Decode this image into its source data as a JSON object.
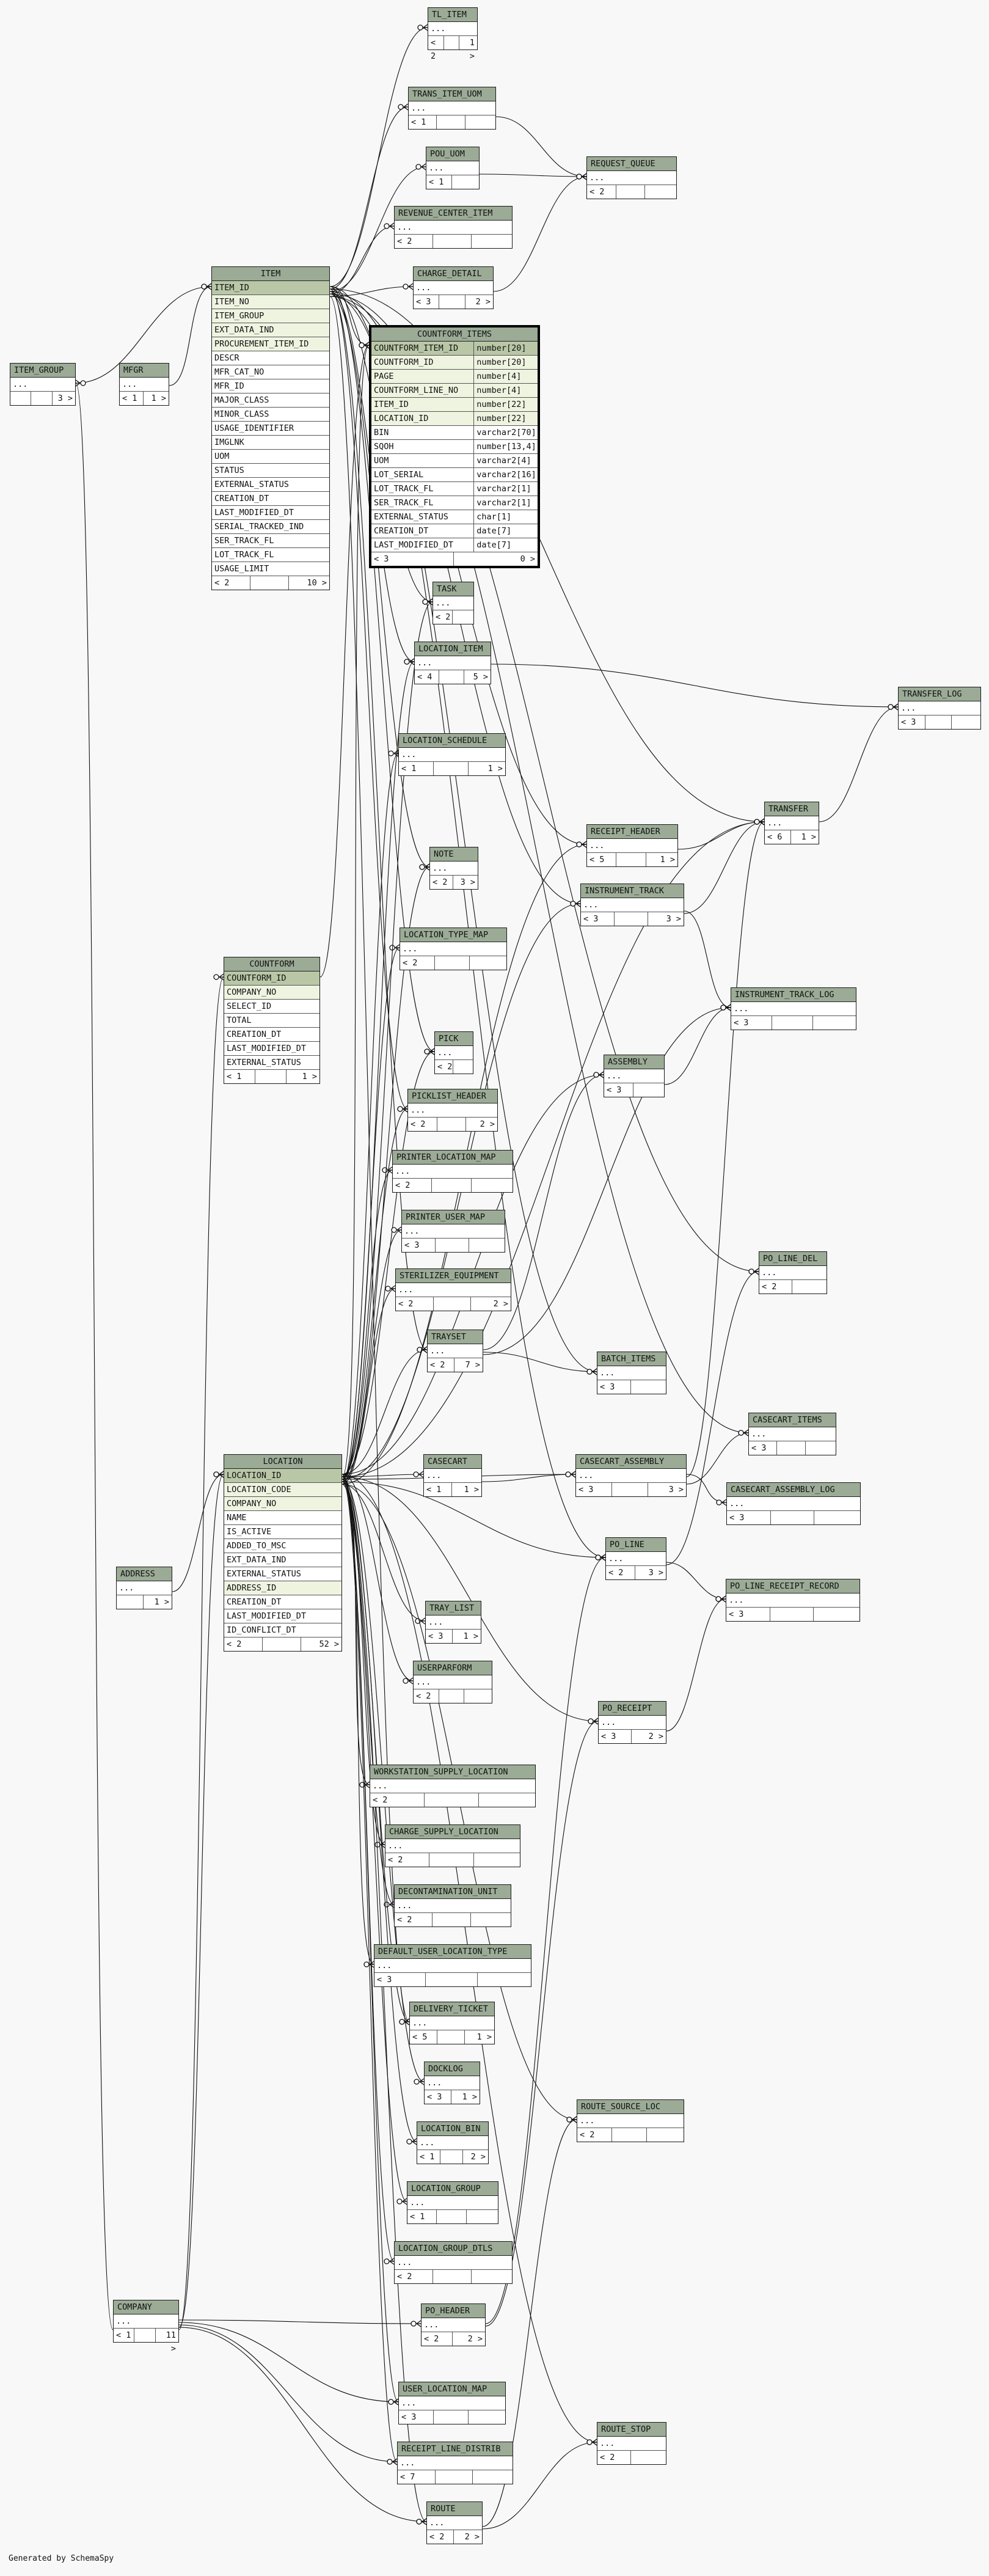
{
  "credit": "Generated by SchemaSpy",
  "tables": {
    "tl_item": {
      "name": "TL_ITEM",
      "rows": [
        "..."
      ],
      "footer": [
        "< 2",
        "",
        "1 >"
      ]
    },
    "trans_item_uom": {
      "name": "TRANS_ITEM_UOM",
      "rows": [
        "..."
      ],
      "footer": [
        "< 1",
        "",
        ""
      ]
    },
    "pou_uom": {
      "name": "POU_UOM",
      "rows": [
        "..."
      ],
      "footer": [
        "< 1",
        ""
      ]
    },
    "request_queue": {
      "name": "REQUEST_QUEUE",
      "rows": [
        "..."
      ],
      "footer": [
        "< 2",
        "",
        ""
      ]
    },
    "revenue_center_item": {
      "name": "REVENUE_CENTER_ITEM",
      "rows": [
        "..."
      ],
      "footer": [
        "< 2",
        "",
        ""
      ]
    },
    "charge_detail": {
      "name": "CHARGE_DETAIL",
      "rows": [
        "..."
      ],
      "footer": [
        "< 3",
        "",
        "2 >"
      ]
    },
    "item": {
      "name": "ITEM",
      "rows": [
        "ITEM_ID",
        "ITEM_NO",
        "ITEM_GROUP",
        "EXT_DATA_IND",
        "PROCUREMENT_ITEM_ID",
        "DESCR",
        "MFR_CAT_NO",
        "MFR_ID",
        "MAJOR_CLASS",
        "MINOR_CLASS",
        "USAGE_IDENTIFIER",
        "IMGLNK",
        "UOM",
        "STATUS",
        "EXTERNAL_STATUS",
        "CREATION_DT",
        "LAST_MODIFIED_DT",
        "SERIAL_TRACKED_IND",
        "SER_TRACK_FL",
        "LOT_TRACK_FL",
        "USAGE_LIMIT"
      ],
      "footer": [
        "< 2",
        "",
        "10 >"
      ]
    },
    "item_group": {
      "name": "ITEM_GROUP",
      "rows": [
        "..."
      ],
      "footer": [
        "",
        "",
        "3 >"
      ]
    },
    "mfgr": {
      "name": "MFGR",
      "rows": [
        "..."
      ],
      "footer": [
        "< 1",
        "1 >"
      ]
    },
    "countform_items": {
      "name": "COUNTFORM_ITEMS",
      "rows": [
        [
          "COUNTFORM_ITEM_ID",
          "number[20]"
        ],
        [
          "COUNTFORM_ID",
          "number[20]"
        ],
        [
          "PAGE",
          "number[4]"
        ],
        [
          "COUNTFORM_LINE_NO",
          "number[4]"
        ],
        [
          "ITEM_ID",
          "number[22]"
        ],
        [
          "LOCATION_ID",
          "number[22]"
        ],
        [
          "BIN",
          "varchar2[70]"
        ],
        [
          "SQOH",
          "number[13,4]"
        ],
        [
          "UOM",
          "varchar2[4]"
        ],
        [
          "LOT_SERIAL",
          "varchar2[16]"
        ],
        [
          "LOT_TRACK_FL",
          "varchar2[1]"
        ],
        [
          "SER_TRACK_FL",
          "varchar2[1]"
        ],
        [
          "EXTERNAL_STATUS",
          "char[1]"
        ],
        [
          "CREATION_DT",
          "date[7]"
        ],
        [
          "LAST_MODIFIED_DT",
          "date[7]"
        ]
      ],
      "footer": [
        "< 3",
        "0 >"
      ]
    },
    "task": {
      "name": "TASK",
      "rows": [
        "..."
      ],
      "footer": [
        "< 2",
        ""
      ]
    },
    "location_item": {
      "name": "LOCATION_ITEM",
      "rows": [
        "..."
      ],
      "footer": [
        "< 4",
        "",
        "5 >"
      ]
    },
    "transfer_log": {
      "name": "TRANSFER_LOG",
      "rows": [
        "..."
      ],
      "footer": [
        "< 3",
        "",
        ""
      ]
    },
    "location_schedule": {
      "name": "LOCATION_SCHEDULE",
      "rows": [
        "..."
      ],
      "footer": [
        "< 1",
        "",
        "1 >"
      ]
    },
    "transfer": {
      "name": "TRANSFER",
      "rows": [
        "..."
      ],
      "footer": [
        "< 6",
        "1 >"
      ]
    },
    "receipt_header": {
      "name": "RECEIPT_HEADER",
      "rows": [
        "..."
      ],
      "footer": [
        "< 5",
        "",
        "1 >"
      ]
    },
    "note": {
      "name": "NOTE",
      "rows": [
        "..."
      ],
      "footer": [
        "< 2",
        "3 >"
      ]
    },
    "instrument_track": {
      "name": "INSTRUMENT_TRACK",
      "rows": [
        "..."
      ],
      "footer": [
        "< 3",
        "",
        "3 >"
      ]
    },
    "location_type_map": {
      "name": "LOCATION_TYPE_MAP",
      "rows": [
        "..."
      ],
      "footer": [
        "< 2",
        "",
        ""
      ]
    },
    "countform": {
      "name": "COUNTFORM",
      "rows": [
        "COUNTFORM_ID",
        "COMPANY_NO",
        "SELECT_ID",
        "TOTAL",
        "CREATION_DT",
        "LAST_MODIFIED_DT",
        "EXTERNAL_STATUS"
      ],
      "footer": [
        "< 1",
        "",
        "1 >"
      ]
    },
    "instrument_track_log": {
      "name": "INSTRUMENT_TRACK_LOG",
      "rows": [
        "..."
      ],
      "footer": [
        "< 3",
        "",
        ""
      ]
    },
    "pick": {
      "name": "PICK",
      "rows": [
        "..."
      ],
      "footer": [
        "< 2",
        ""
      ]
    },
    "assembly": {
      "name": "ASSEMBLY",
      "rows": [
        "..."
      ],
      "footer": [
        "< 3",
        ""
      ]
    },
    "picklist_header": {
      "name": "PICKLIST_HEADER",
      "rows": [
        "..."
      ],
      "footer": [
        "< 2",
        "",
        "2 >"
      ]
    },
    "printer_location_map": {
      "name": "PRINTER_LOCATION_MAP",
      "rows": [
        "..."
      ],
      "footer": [
        "< 2",
        "",
        ""
      ]
    },
    "printer_user_map": {
      "name": "PRINTER_USER_MAP",
      "rows": [
        "..."
      ],
      "footer": [
        "< 3",
        "",
        ""
      ]
    },
    "po_line_del": {
      "name": "PO_LINE_DEL",
      "rows": [
        "..."
      ],
      "footer": [
        "< 2",
        ""
      ]
    },
    "sterilizer_equipment": {
      "name": "STERILIZER_EQUIPMENT",
      "rows": [
        "..."
      ],
      "footer": [
        "< 2",
        "",
        "2 >"
      ]
    },
    "trayset": {
      "name": "TRAYSET",
      "rows": [
        "..."
      ],
      "footer": [
        "< 2",
        "7 >"
      ]
    },
    "batch_items": {
      "name": "BATCH_ITEMS",
      "rows": [
        "..."
      ],
      "footer": [
        "< 3",
        ""
      ]
    },
    "casecart_items": {
      "name": "CASECART_ITEMS",
      "rows": [
        "..."
      ],
      "footer": [
        "< 3",
        "",
        ""
      ]
    },
    "location": {
      "name": "LOCATION",
      "rows": [
        "LOCATION_ID",
        "LOCATION_CODE",
        "COMPANY_NO",
        "NAME",
        "IS_ACTIVE",
        "ADDED_TO_MSC",
        "EXT_DATA_IND",
        "EXTERNAL_STATUS",
        "ADDRESS_ID",
        "CREATION_DT",
        "LAST_MODIFIED_DT",
        "ID_CONFLICT_DT"
      ],
      "footer": [
        "< 2",
        "",
        "52 >"
      ]
    },
    "casecart": {
      "name": "CASECART",
      "rows": [
        "..."
      ],
      "footer": [
        "< 1",
        "1 >"
      ]
    },
    "casecart_assembly": {
      "name": "CASECART_ASSEMBLY",
      "rows": [
        "..."
      ],
      "footer": [
        "< 3",
        "",
        "3 >"
      ]
    },
    "casecart_assembly_log": {
      "name": "CASECART_ASSEMBLY_LOG",
      "rows": [
        "..."
      ],
      "footer": [
        "< 3",
        "",
        ""
      ]
    },
    "po_line": {
      "name": "PO_LINE",
      "rows": [
        "..."
      ],
      "footer": [
        "< 2",
        "3 >"
      ]
    },
    "address": {
      "name": "ADDRESS",
      "rows": [
        "..."
      ],
      "footer": [
        "",
        "1 >"
      ]
    },
    "po_line_receipt_record": {
      "name": "PO_LINE_RECEIPT_RECORD",
      "rows": [
        "..."
      ],
      "footer": [
        "< 3",
        "",
        ""
      ]
    },
    "tray_list": {
      "name": "TRAY_LIST",
      "rows": [
        "..."
      ],
      "footer": [
        "< 3",
        "1 >"
      ]
    },
    "userparform": {
      "name": "USERPARFORM",
      "rows": [
        "..."
      ],
      "footer": [
        "< 2",
        "",
        ""
      ]
    },
    "po_receipt": {
      "name": "PO_RECEIPT",
      "rows": [
        "..."
      ],
      "footer": [
        "< 3",
        "2 >"
      ]
    },
    "workstation_supply_location": {
      "name": "WORKSTATION_SUPPLY_LOCATION",
      "rows": [
        "..."
      ],
      "footer": [
        "< 2",
        "",
        ""
      ]
    },
    "charge_supply_location": {
      "name": "CHARGE_SUPPLY_LOCATION",
      "rows": [
        "..."
      ],
      "footer": [
        "< 2",
        "",
        ""
      ]
    },
    "decontamination_unit": {
      "name": "DECONTAMINATION_UNIT",
      "rows": [
        "..."
      ],
      "footer": [
        "< 2",
        "",
        ""
      ]
    },
    "default_user_location_type": {
      "name": "DEFAULT_USER_LOCATION_TYPE",
      "rows": [
        "..."
      ],
      "footer": [
        "< 3",
        "",
        ""
      ]
    },
    "delivery_ticket": {
      "name": "DELIVERY_TICKET",
      "rows": [
        "..."
      ],
      "footer": [
        "< 5",
        "",
        "1 >"
      ]
    },
    "docklog": {
      "name": "DOCKLOG",
      "rows": [
        "..."
      ],
      "footer": [
        "< 3",
        "1 >"
      ]
    },
    "route_source_loc": {
      "name": "ROUTE_SOURCE_LOC",
      "rows": [
        "..."
      ],
      "footer": [
        "< 2",
        "",
        ""
      ]
    },
    "location_bin": {
      "name": "LOCATION_BIN",
      "rows": [
        "..."
      ],
      "footer": [
        "< 1",
        "",
        "2 >"
      ]
    },
    "location_group": {
      "name": "LOCATION_GROUP",
      "rows": [
        "..."
      ],
      "footer": [
        "< 1",
        "",
        ""
      ]
    },
    "location_group_dtls": {
      "name": "LOCATION_GROUP_DTLS",
      "rows": [
        "..."
      ],
      "footer": [
        "< 2",
        "",
        ""
      ]
    },
    "company": {
      "name": "COMPANY",
      "rows": [
        "..."
      ],
      "footer": [
        "< 1",
        "",
        "11 >"
      ]
    },
    "po_header": {
      "name": "PO_HEADER",
      "rows": [
        "..."
      ],
      "footer": [
        "< 2",
        "2 >"
      ]
    },
    "user_location_map": {
      "name": "USER_LOCATION_MAP",
      "rows": [
        "..."
      ],
      "footer": [
        "< 3",
        "",
        ""
      ]
    },
    "route_stop": {
      "name": "ROUTE_STOP",
      "rows": [
        "..."
      ],
      "footer": [
        "< 2",
        ""
      ]
    },
    "receipt_line_distrib": {
      "name": "RECEIPT_LINE_DISTRIB",
      "rows": [
        "..."
      ],
      "footer": [
        "< 7",
        "",
        ""
      ]
    },
    "route": {
      "name": "ROUTE",
      "rows": [
        "..."
      ],
      "footer": [
        "< 2",
        "2 >"
      ]
    }
  }
}
